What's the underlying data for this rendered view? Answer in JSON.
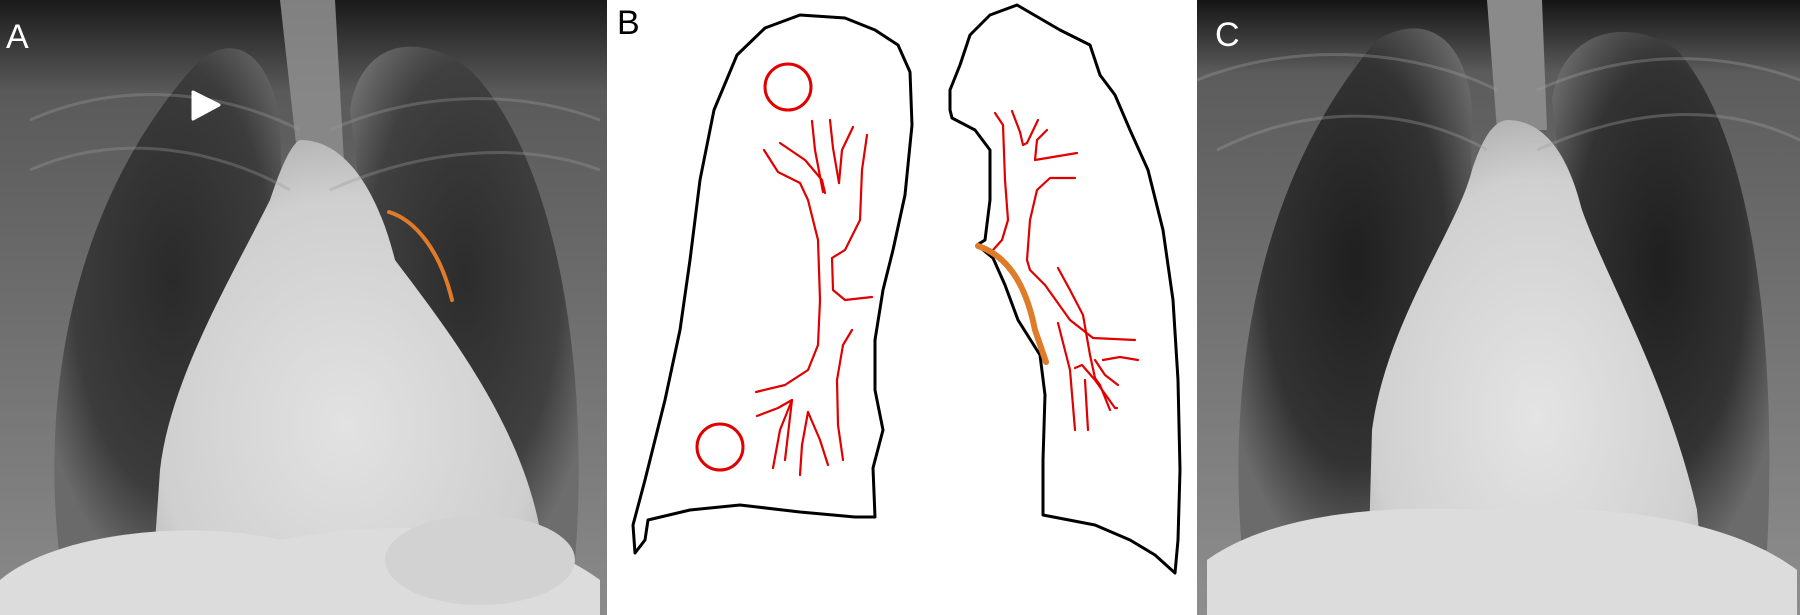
{
  "figure": {
    "panels": [
      {
        "id": "A",
        "label": "A",
        "type": "chest-radiograph",
        "annotations": [
          {
            "kind": "arrowhead",
            "color": "#ffffff"
          },
          {
            "kind": "curve",
            "color": "#e07b2a"
          }
        ]
      },
      {
        "id": "B",
        "label": "B",
        "type": "schematic-drawing",
        "annotations": [
          {
            "kind": "lung-outline",
            "color": "#000000"
          },
          {
            "kind": "vessels",
            "color": "#e00000"
          },
          {
            "kind": "circles",
            "count": 2,
            "color": "#e00000"
          },
          {
            "kind": "curve",
            "color": "#e07b2a"
          }
        ]
      },
      {
        "id": "C",
        "label": "C",
        "type": "chest-radiograph",
        "annotations": []
      }
    ],
    "colors": {
      "orange_curve": "#e07b2a",
      "vessel_red": "#e00000",
      "outline_black": "#000000",
      "arrowhead_white": "#ffffff"
    }
  }
}
